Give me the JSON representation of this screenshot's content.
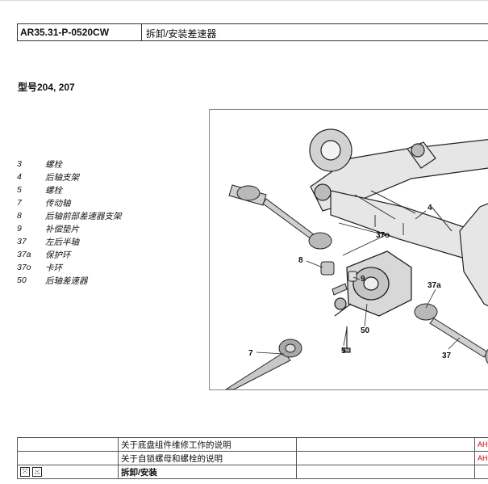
{
  "header": {
    "code": "AR35.31-P-0520CW",
    "title": "拆卸/安装差速器"
  },
  "model": "型号204, 207",
  "legend": [
    {
      "num": "3",
      "text": "螺栓"
    },
    {
      "num": "4",
      "text": "后轴支架"
    },
    {
      "num": "5",
      "text": "螺栓"
    },
    {
      "num": "7",
      "text": "传动轴"
    },
    {
      "num": "8",
      "text": "后轴前部差速器支架"
    },
    {
      "num": "9",
      "text": "补偿垫片"
    },
    {
      "num": "37",
      "text": "左后半轴"
    },
    {
      "num": "37a",
      "text": "保护环"
    },
    {
      "num": "37o",
      "text": "卡环"
    },
    {
      "num": "50",
      "text": "后轴差速器"
    }
  ],
  "figure_callouts": [
    "4",
    "37o",
    "8",
    "9",
    "37a",
    "50",
    "7",
    "5",
    "37"
  ],
  "steps": [
    {
      "col2": "关于底盘组件维修工作的说明",
      "col4": "AH"
    },
    {
      "col2": "关于自锁螺母和螺栓的说明",
      "col4": "AH"
    },
    {
      "icon1": "remove-icon",
      "icon2": "install-icon",
      "col2": "拆卸/安装"
    }
  ]
}
